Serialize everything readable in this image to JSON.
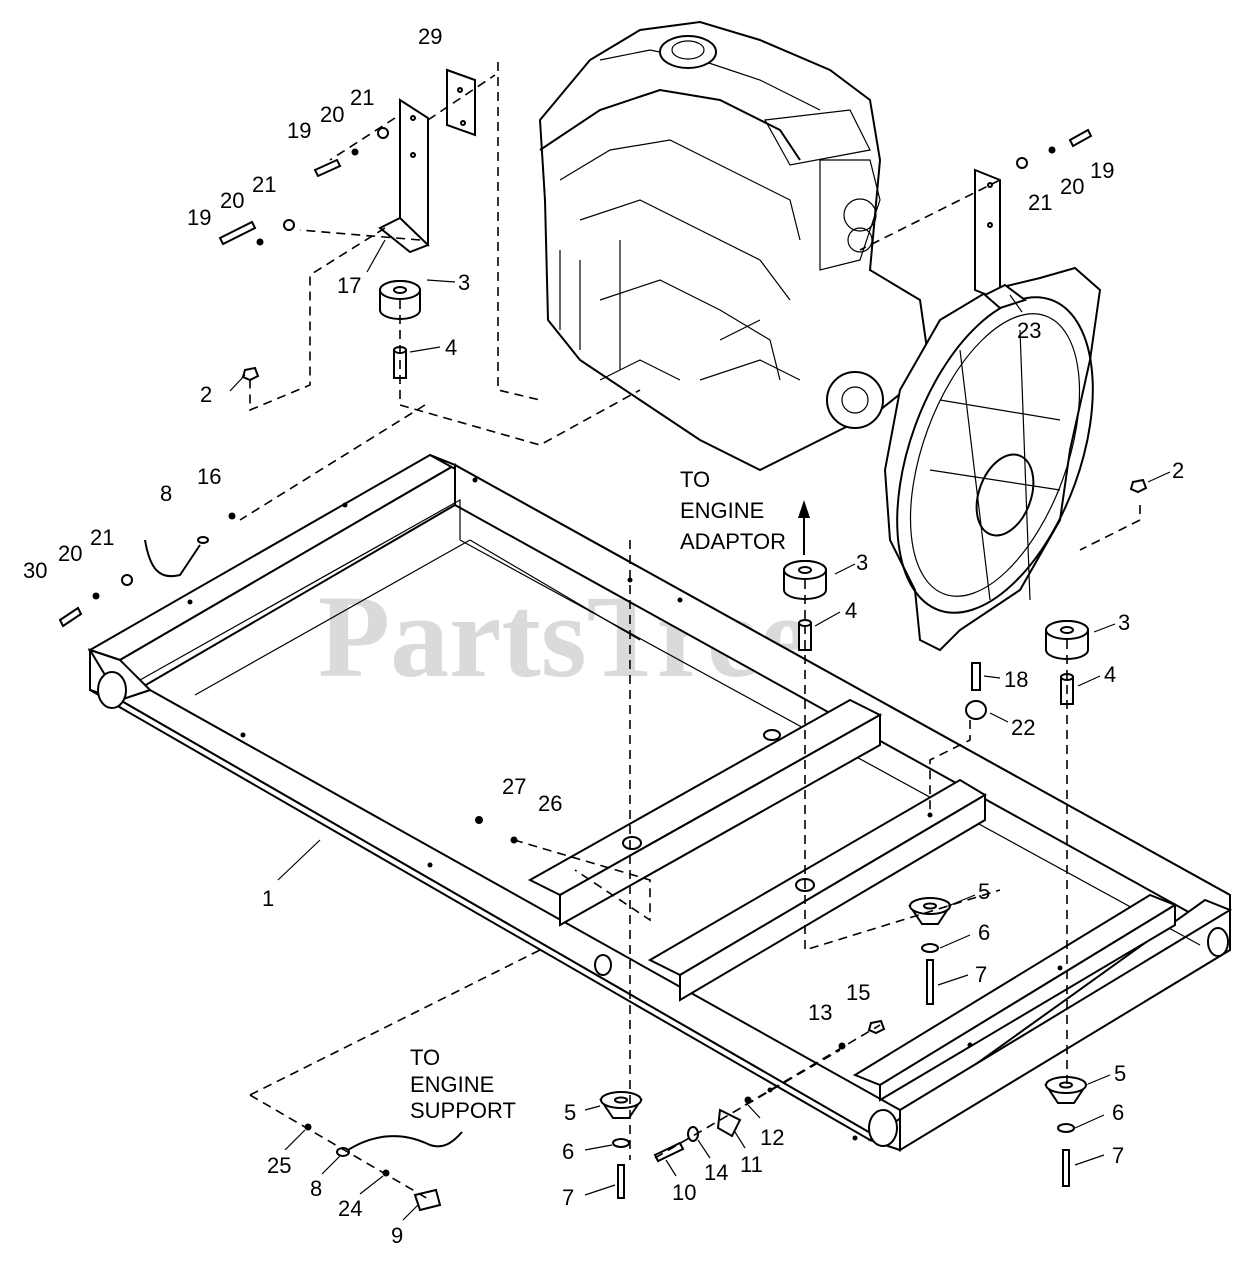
{
  "watermark": "PartsTree",
  "notes": [
    {
      "id": "to-engine-adaptor",
      "lines": [
        "TO",
        "ENGINE",
        "ADAPTOR"
      ]
    },
    {
      "id": "to-engine-support",
      "lines": [
        "TO",
        "ENGINE",
        "SUPPORT"
      ]
    }
  ],
  "callouts": [
    "29",
    "21",
    "20",
    "19",
    "21",
    "20",
    "19",
    "17",
    "3",
    "4",
    "2",
    "21",
    "20",
    "19",
    "23",
    "16",
    "8",
    "21",
    "20",
    "30",
    "2",
    "3",
    "4",
    "3",
    "4",
    "18",
    "22",
    "27",
    "26",
    "1",
    "5",
    "6",
    "7",
    "15",
    "13",
    "5",
    "6",
    "7",
    "12",
    "11",
    "14",
    "10",
    "5",
    "6",
    "7",
    "25",
    "8",
    "24",
    "9"
  ]
}
